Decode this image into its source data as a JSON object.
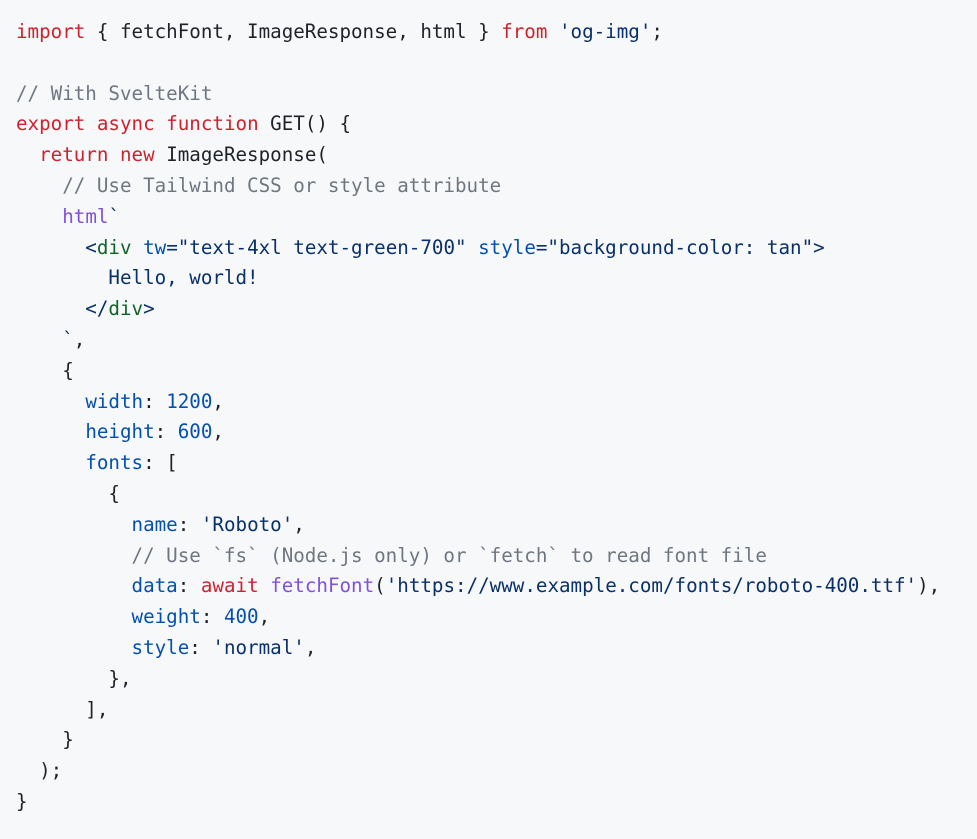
{
  "lines": [
    {
      "tokens": [
        [
          "kw",
          "import"
        ],
        [
          "tx",
          " { fetchFont, ImageResponse, html } "
        ],
        [
          "kw",
          "from"
        ],
        [
          "tx",
          " "
        ],
        [
          "st",
          "'og-img'"
        ],
        [
          "tx",
          ";"
        ]
      ]
    },
    {
      "tokens": []
    },
    {
      "tokens": [
        [
          "cm",
          "// With SvelteKit"
        ]
      ]
    },
    {
      "tokens": [
        [
          "kw",
          "export"
        ],
        [
          "tx",
          " "
        ],
        [
          "kw",
          "async"
        ],
        [
          "tx",
          " "
        ],
        [
          "kw",
          "function"
        ],
        [
          "tx",
          " GET() {"
        ]
      ]
    },
    {
      "tokens": [
        [
          "tx",
          "  "
        ],
        [
          "kw",
          "return"
        ],
        [
          "tx",
          " "
        ],
        [
          "kw",
          "new"
        ],
        [
          "tx",
          " ImageResponse("
        ]
      ]
    },
    {
      "tokens": [
        [
          "tx",
          "    "
        ],
        [
          "cm",
          "// Use Tailwind CSS or style attribute"
        ]
      ]
    },
    {
      "tokens": [
        [
          "tx",
          "    "
        ],
        [
          "fn",
          "html"
        ],
        [
          "st",
          "`"
        ]
      ]
    },
    {
      "tokens": [
        [
          "st",
          "      <"
        ],
        [
          "tg",
          "div"
        ],
        [
          "st",
          " "
        ],
        [
          "pr",
          "tw"
        ],
        [
          "st",
          "=\"text-4xl text-green-700\" "
        ],
        [
          "pr",
          "style"
        ],
        [
          "st",
          "=\"background-color: tan\">"
        ]
      ]
    },
    {
      "tokens": [
        [
          "st",
          "        Hello, world!"
        ]
      ]
    },
    {
      "tokens": [
        [
          "st",
          "      </"
        ],
        [
          "tg",
          "div"
        ],
        [
          "st",
          ">"
        ]
      ]
    },
    {
      "tokens": [
        [
          "st",
          "    `"
        ],
        [
          "tx",
          ","
        ]
      ]
    },
    {
      "tokens": [
        [
          "tx",
          "    {"
        ]
      ]
    },
    {
      "tokens": [
        [
          "tx",
          "      "
        ],
        [
          "pr",
          "width"
        ],
        [
          "tx",
          ": "
        ],
        [
          "pr",
          "1200"
        ],
        [
          "tx",
          ","
        ]
      ]
    },
    {
      "tokens": [
        [
          "tx",
          "      "
        ],
        [
          "pr",
          "height"
        ],
        [
          "tx",
          ": "
        ],
        [
          "pr",
          "600"
        ],
        [
          "tx",
          ","
        ]
      ]
    },
    {
      "tokens": [
        [
          "tx",
          "      "
        ],
        [
          "pr",
          "fonts"
        ],
        [
          "tx",
          ": ["
        ]
      ]
    },
    {
      "tokens": [
        [
          "tx",
          "        {"
        ]
      ]
    },
    {
      "tokens": [
        [
          "tx",
          "          "
        ],
        [
          "pr",
          "name"
        ],
        [
          "tx",
          ": "
        ],
        [
          "st",
          "'Roboto'"
        ],
        [
          "tx",
          ","
        ]
      ]
    },
    {
      "tokens": [
        [
          "tx",
          "          "
        ],
        [
          "cm",
          "// Use `fs` (Node.js only) or `fetch` to read font file"
        ]
      ]
    },
    {
      "tokens": [
        [
          "tx",
          "          "
        ],
        [
          "pr",
          "data"
        ],
        [
          "tx",
          ": "
        ],
        [
          "kw",
          "await"
        ],
        [
          "tx",
          " "
        ],
        [
          "fn",
          "fetchFont"
        ],
        [
          "tx",
          "("
        ],
        [
          "st",
          "'https://www.example.com/fonts/roboto-400.ttf'"
        ],
        [
          "tx",
          "),"
        ]
      ]
    },
    {
      "tokens": [
        [
          "tx",
          "          "
        ],
        [
          "pr",
          "weight"
        ],
        [
          "tx",
          ": "
        ],
        [
          "pr",
          "400"
        ],
        [
          "tx",
          ","
        ]
      ]
    },
    {
      "tokens": [
        [
          "tx",
          "          "
        ],
        [
          "pr",
          "style"
        ],
        [
          "tx",
          ": "
        ],
        [
          "st",
          "'normal'"
        ],
        [
          "tx",
          ","
        ]
      ]
    },
    {
      "tokens": [
        [
          "tx",
          "        },"
        ]
      ]
    },
    {
      "tokens": [
        [
          "tx",
          "      ],"
        ]
      ]
    },
    {
      "tokens": [
        [
          "tx",
          "    }"
        ]
      ]
    },
    {
      "tokens": [
        [
          "tx",
          "  );"
        ]
      ]
    },
    {
      "tokens": [
        [
          "tx",
          "}"
        ]
      ]
    }
  ]
}
